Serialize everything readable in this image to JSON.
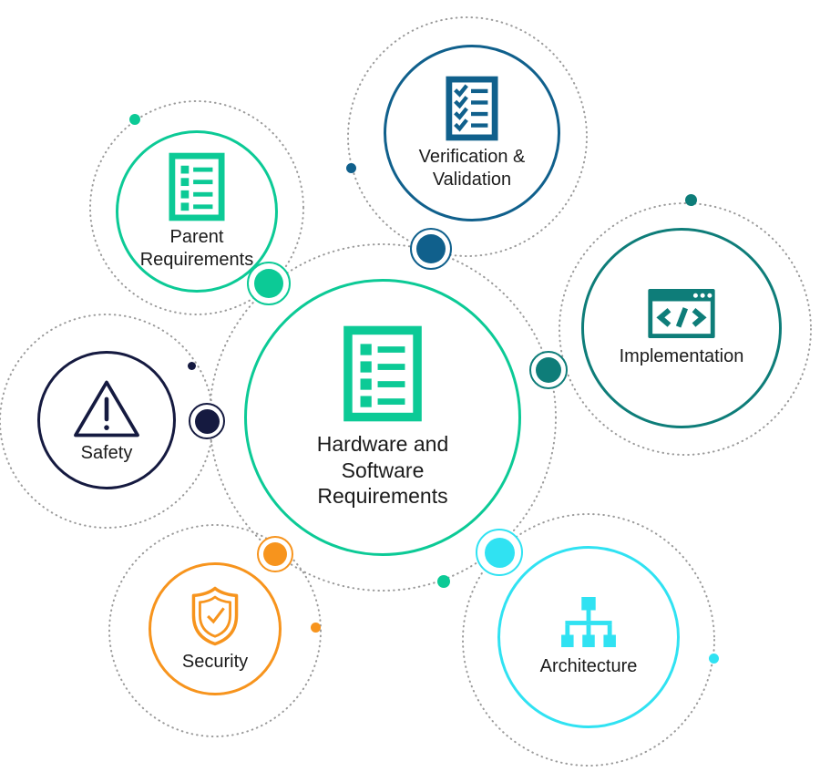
{
  "colors": {
    "green": "#0cca96",
    "blue": "#10608c",
    "teal": "#0e7d79",
    "navy": "#151a40",
    "orange": "#f7941d",
    "cyan": "#30e2f2",
    "dotted": "#9b9b9b",
    "text": "#1b1b1b"
  },
  "nodes": {
    "center": {
      "label": "Hardware and Software Requirements",
      "icon": "checklist-icon",
      "color": "green"
    },
    "parent": {
      "label": "Parent Requirements",
      "icon": "checklist-icon",
      "color": "green"
    },
    "verification": {
      "label": "Verification & Validation",
      "icon": "checked-list-icon",
      "color": "blue"
    },
    "implementation": {
      "label": "Implementation",
      "icon": "code-window-icon",
      "color": "teal"
    },
    "safety": {
      "label": "Safety",
      "icon": "warning-triangle-icon",
      "color": "navy"
    },
    "security": {
      "label": "Security",
      "icon": "shield-check-icon",
      "color": "orange"
    },
    "architecture": {
      "label": "Architecture",
      "icon": "hierarchy-icon",
      "color": "cyan"
    }
  }
}
